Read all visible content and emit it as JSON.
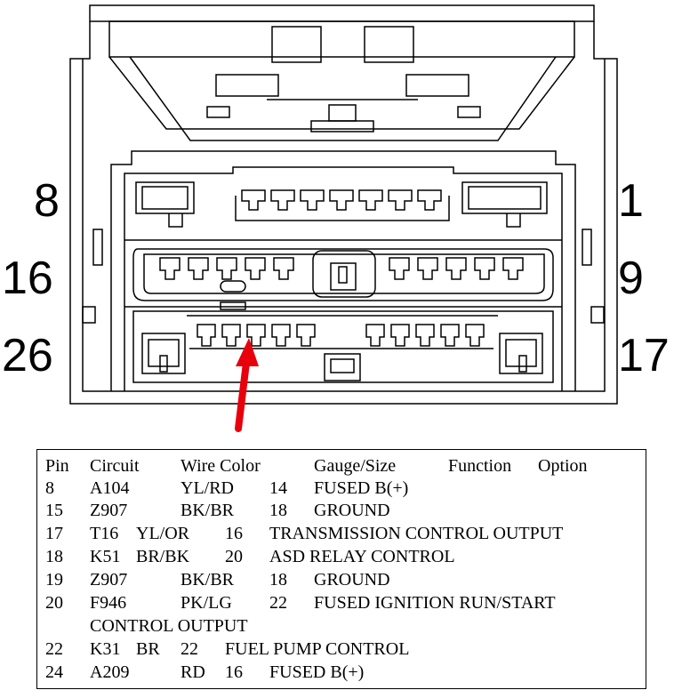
{
  "connector": {
    "pin_labels": {
      "top_left": "8",
      "top_right": "1",
      "middle_left": "16",
      "middle_right": "9",
      "bottom_left": "26",
      "bottom_right": "17"
    },
    "arrow_color": "#e8000b"
  },
  "table": {
    "headers": [
      "Pin",
      "Circuit",
      "Wire Color",
      "Gauge/Size",
      "Function",
      "Option"
    ],
    "rows": [
      {
        "pin": "8",
        "circuit": "A104",
        "color": "YL/RD",
        "gauge": "14",
        "function": "FUSED B(+)"
      },
      {
        "pin": "15",
        "circuit": "Z907",
        "color": "BK/BR",
        "gauge": "18",
        "function": "GROUND"
      },
      {
        "pin": "17",
        "circuit": "T16",
        "color": "YL/OR",
        "gauge": "16",
        "function": "TRANSMISSION CONTROL OUTPUT"
      },
      {
        "pin": "18",
        "circuit": "K51",
        "color": "BR/BK",
        "gauge": "20",
        "function": "ASD RELAY CONTROL"
      },
      {
        "pin": "19",
        "circuit": "Z907",
        "color": "BK/BR",
        "gauge": "18",
        "function": "GROUND"
      },
      {
        "pin": "20",
        "circuit": "F946",
        "color": "PK/LG",
        "gauge": "22",
        "function": "FUSED IGNITION RUN/START",
        "function_cont": "CONTROL OUTPUT"
      },
      {
        "pin": "22",
        "circuit": "K31",
        "color": "BR",
        "gauge": "22",
        "function": "FUEL PUMP CONTROL"
      },
      {
        "pin": "24",
        "circuit": "A209",
        "color": "RD",
        "gauge": "16",
        "function": "FUSED B(+)"
      }
    ]
  }
}
